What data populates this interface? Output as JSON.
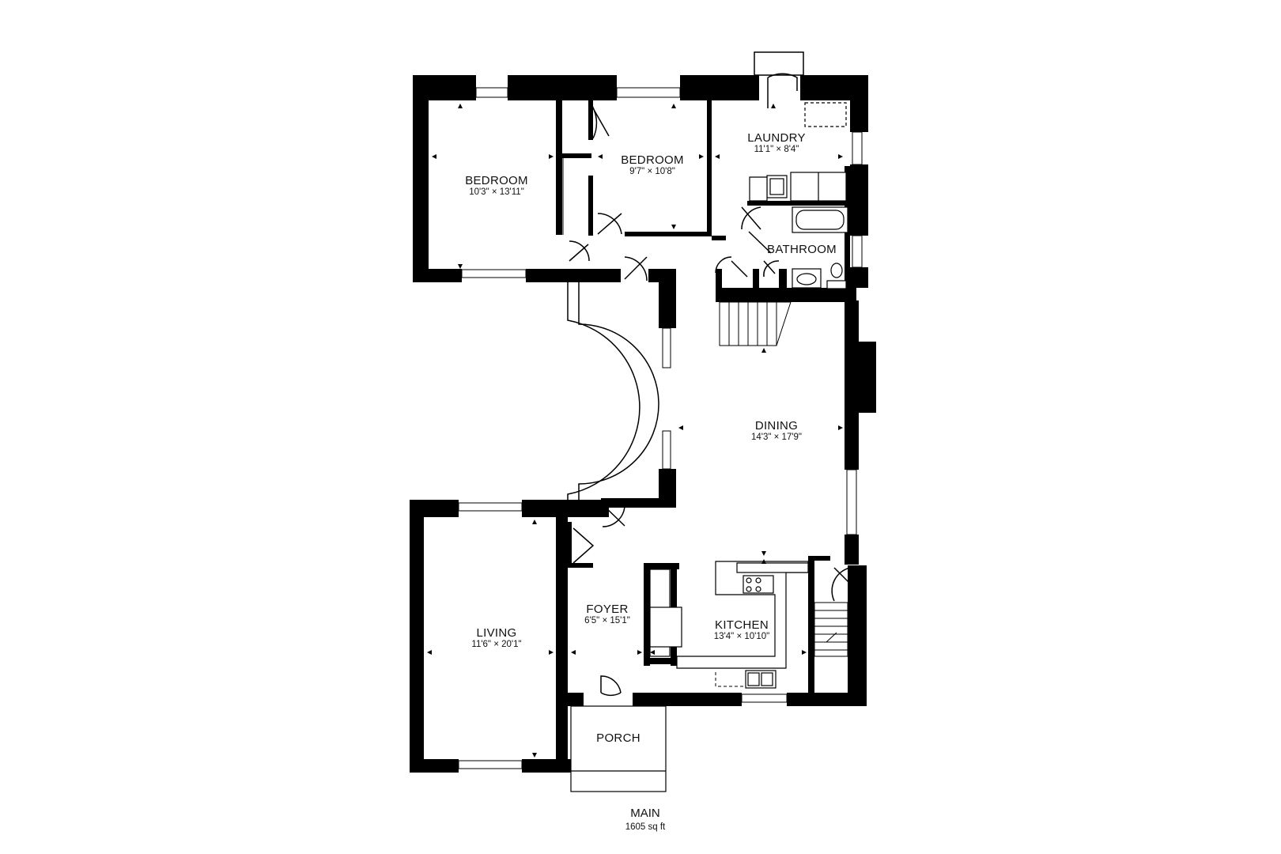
{
  "rooms": {
    "bedroom1": {
      "name": "BEDROOM",
      "dims": "10'3\" × 13'11\""
    },
    "bedroom2": {
      "name": "BEDROOM",
      "dims": "9'7\" × 10'8\""
    },
    "laundry": {
      "name": "LAUNDRY",
      "dims": "11'1\" × 8'4\""
    },
    "bathroom": {
      "name": "BATHROOM"
    },
    "dining": {
      "name": "DINING",
      "dims": "14'3\" × 17'9\""
    },
    "living": {
      "name": "LIVING",
      "dims": "11'6\" × 20'1\""
    },
    "foyer": {
      "name": "FOYER",
      "dims": "6'5\" × 15'1\""
    },
    "kitchen": {
      "name": "KITCHEN",
      "dims": "13'4\" × 10'10\""
    },
    "porch": {
      "name": "PORCH"
    }
  },
  "floor": {
    "name": "MAIN",
    "area": "1605 sq ft"
  }
}
